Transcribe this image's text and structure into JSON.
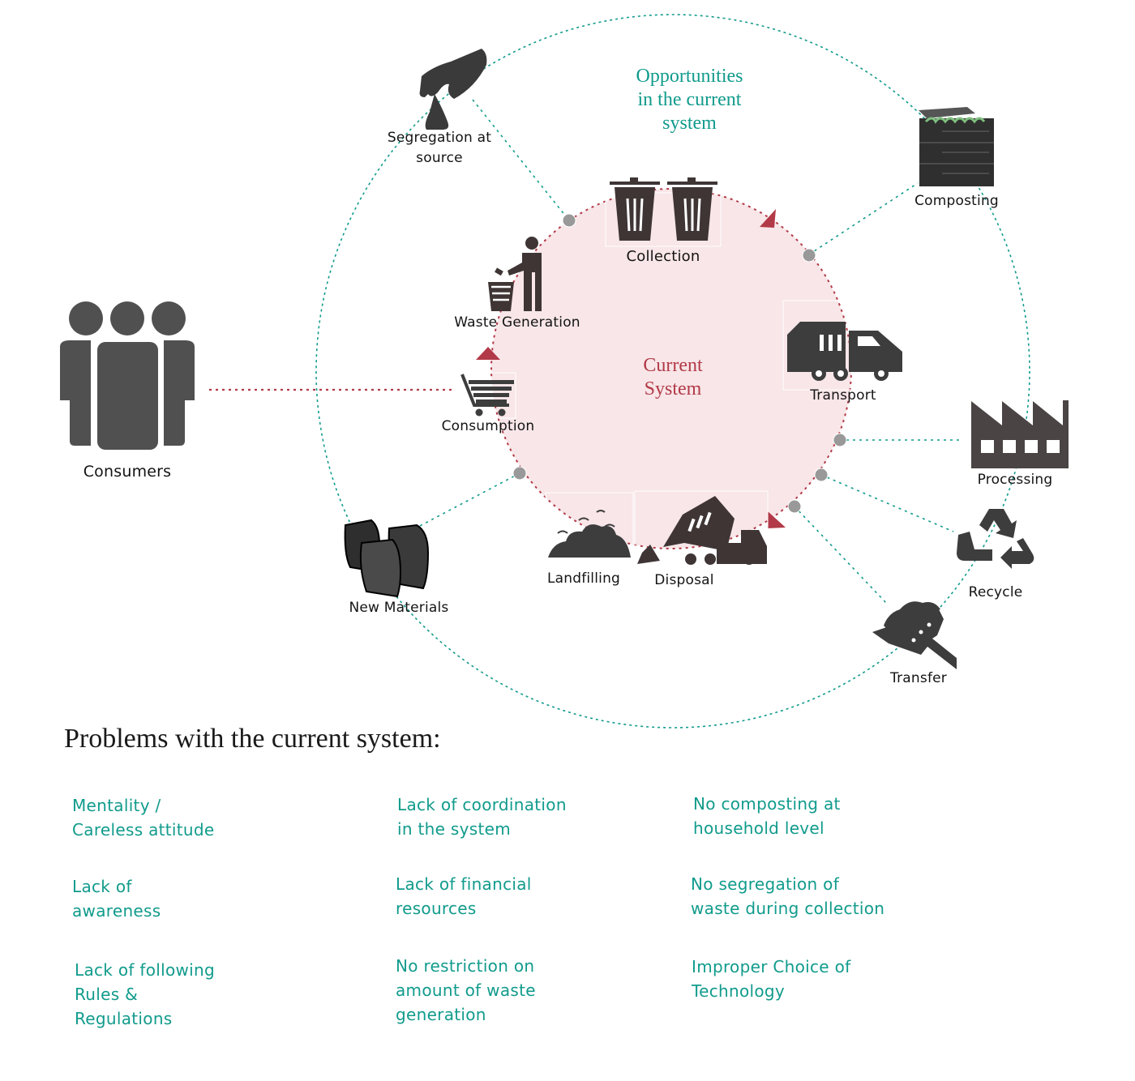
{
  "colors": {
    "teal": "#119b8c",
    "maroon": "#b23a48",
    "inner_fill": "#f8e6e8",
    "icon_dark": "#3d3d3d",
    "icon_brown": "#4b3d3d",
    "node_dot": "#999999"
  },
  "titles": {
    "opportunities": "Opportunities\nin the current\nsystem",
    "current_system": "Current\nSystem"
  },
  "nodes": {
    "consumers": {
      "label": "Consumers",
      "icon": "people-group-icon"
    },
    "consumption": {
      "label": "Consumption",
      "icon": "shopping-cart-icon"
    },
    "waste_generation": {
      "label": "Waste Generation",
      "icon": "person-trash-icon"
    },
    "collection": {
      "label": "Collection",
      "icon": "trash-bins-icon"
    },
    "transport": {
      "label": "Transport",
      "icon": "garbage-truck-icon"
    },
    "disposal": {
      "label": "Disposal",
      "icon": "dump-truck-icon"
    },
    "landfilling": {
      "label": "Landfilling",
      "icon": "landfill-icon"
    },
    "segregation": {
      "label": "Segregation at\nsource",
      "icon": "hand-picking-icon"
    },
    "composting": {
      "label": "Composting",
      "icon": "compost-bin-icon"
    },
    "processing": {
      "label": "Processing",
      "icon": "factory-icon"
    },
    "recycle": {
      "label": "Recycle",
      "icon": "recycle-icon"
    },
    "transfer": {
      "label": "Transfer",
      "icon": "transfer-scoop-icon"
    },
    "new_materials": {
      "label": "New Materials",
      "icon": "material-bags-icon"
    }
  },
  "problems": {
    "title": "Problems with the current system:",
    "items": [
      "Mentality /\nCareless attitude",
      "Lack of coordination\nin the system",
      "No composting at\nhousehold level",
      "Lack of\nawareness",
      "Lack of financial\nresources",
      "No segregation of\nwaste during collection",
      "Lack of following\nRules &\nRegulations",
      "No restriction on\namount of waste\ngeneration",
      "Improper Choice of\nTechnology"
    ]
  }
}
